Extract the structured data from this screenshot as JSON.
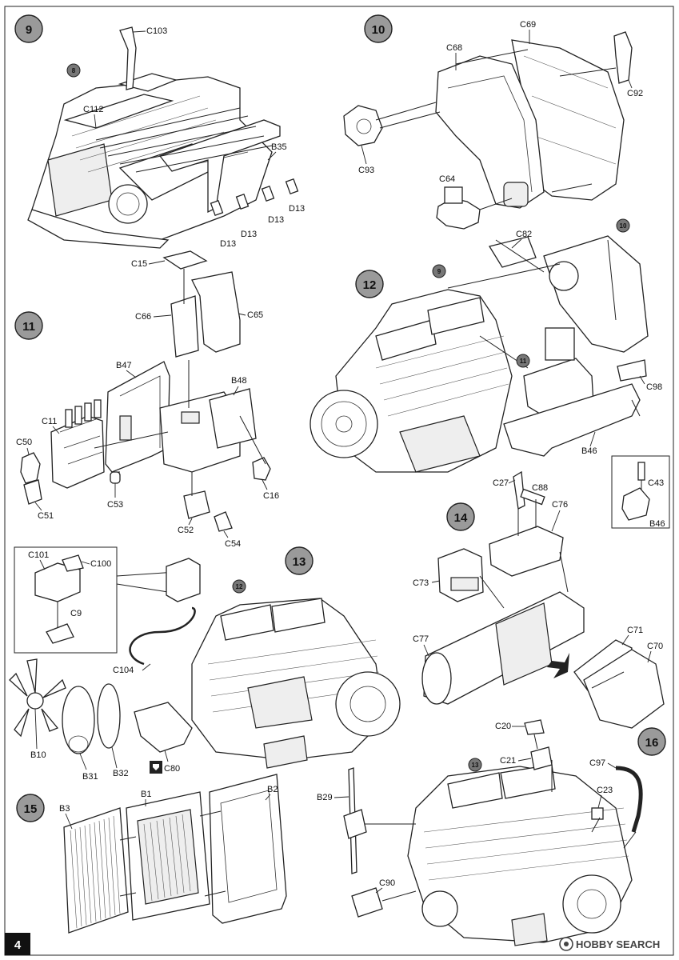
{
  "page": {
    "number": "4"
  },
  "watermark": {
    "text": "HOBBY SEARCH"
  },
  "steps": [
    {
      "id": "step-9",
      "number": "9",
      "subassembly": "8",
      "parts": [
        "C103",
        "C112",
        "B35",
        "D13",
        "D13",
        "D13",
        "D13"
      ]
    },
    {
      "id": "step-10",
      "number": "10",
      "parts": [
        "C69",
        "C68",
        "C92",
        "C93",
        "C64"
      ]
    },
    {
      "id": "step-11",
      "number": "11",
      "parts": [
        "C15",
        "C66",
        "C65",
        "B47",
        "B48",
        "C11",
        "C50",
        "C51",
        "C53",
        "C16",
        "C52",
        "C54"
      ]
    },
    {
      "id": "step-12",
      "number": "12",
      "subassemblies": [
        "9",
        "10",
        "11"
      ],
      "parts": [
        "C82",
        "C98",
        "B46",
        "C43",
        "B46"
      ]
    },
    {
      "id": "step-13",
      "number": "13",
      "subassembly": "12",
      "parts": [
        "C101",
        "C100",
        "C9",
        "C104",
        "B10",
        "B31",
        "B32",
        "C80"
      ]
    },
    {
      "id": "step-14",
      "number": "14",
      "parts": [
        "C27",
        "C88",
        "C76",
        "C73",
        "C77",
        "C71",
        "C70"
      ]
    },
    {
      "id": "step-15",
      "number": "15",
      "parts": [
        "B3",
        "B1",
        "B2"
      ]
    },
    {
      "id": "step-16",
      "number": "16",
      "subassembly": "13",
      "parts": [
        "C20",
        "C21",
        "C97",
        "C23",
        "B29",
        "C90"
      ]
    }
  ]
}
